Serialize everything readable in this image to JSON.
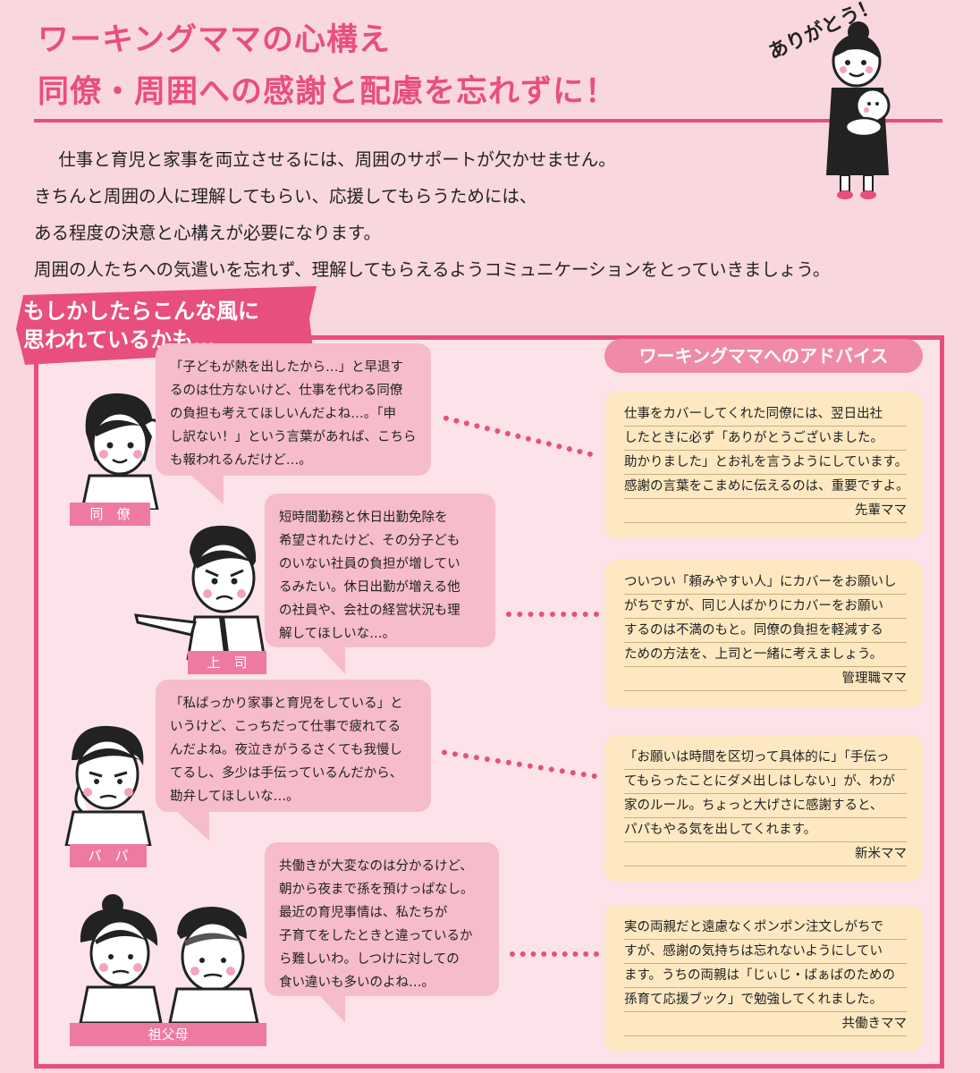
{
  "title": {
    "line1": "ワーキングママの心構え",
    "line2": "同僚・周囲への感謝と配慮を忘れずに！"
  },
  "mascot": {
    "speech": "ありがとう！",
    "icon": "mother-holding-baby-icon"
  },
  "intro": [
    "仕事と育児と家事を両立させるには、周囲のサポートが欠かせません。",
    "きちんと周囲の人に理解してもらい、応援してもらうためには、",
    "ある程度の決意と心構えが必要になります。",
    "周囲の人たちへの気遣いを忘れず、理解してもらえるようコミュニケーションをとっていきましょう。"
  ],
  "section_tag": {
    "line1": "もしかしたらこんな風に",
    "line2": "思われているかも…"
  },
  "advice_header": "ワーキングママへのアドバイス",
  "colors": {
    "accent": "#e84f7e",
    "bubble": "#f6bccb",
    "card": "#fde8c2",
    "label": "#ef7aa0"
  },
  "voices": [
    {
      "role": "同　僚",
      "lines": [
        "「子どもが熱を出したから…」と早退す",
        "るのは仕方ないけど、仕事を代わる同僚",
        "の負担も考えてほしいんだよね…。「申",
        "し訳ない！」という言葉があれば、こちら",
        "も報われるんだけど…。"
      ]
    },
    {
      "role": "上　司",
      "lines": [
        "短時間勤務と休日出勤免除を",
        "希望されたけど、その分子ども",
        "のいない社員の負担が増してい",
        "るみたい。休日出勤が増える他",
        "の社員や、会社の経営状況も理",
        "解してほしいな…。"
      ]
    },
    {
      "role": "パ　パ",
      "lines": [
        "「私ばっかり家事と育児をしている」と",
        "いうけど、こっちだって仕事で疲れてる",
        "んだよね。夜泣きがうるさくても我慢し",
        "てるし、多少は手伝っているんだから、",
        "勘弁してほしいな…。"
      ]
    },
    {
      "role": "祖父母",
      "lines": [
        "共働きが大変なのは分かるけど、",
        "朝から夜まで孫を預けっぱなし。",
        "最近の育児事情は、私たちが",
        "子育てをしたときと違っているか",
        "ら難しいわ。しつけに対しての",
        "食い違いも多いのよね…。"
      ]
    }
  ],
  "advice": [
    {
      "lines": [
        "仕事をカバーしてくれた同僚には、翌日出社",
        "したときに必ず「ありがとうございました。",
        "助かりました」とお礼を言うようにしています。",
        "感謝の言葉をこまめに伝えるのは、重要ですよ。"
      ],
      "author": "先輩ママ"
    },
    {
      "lines": [
        "ついつい「頼みやすい人」にカバーをお願いし",
        "がちですが、同じ人ばかりにカバーをお願い",
        "するのは不満のもと。同僚の負担を軽減する",
        "ための方法を、上司と一緒に考えましょう。"
      ],
      "author": "管理職ママ"
    },
    {
      "lines": [
        "「お願いは時間を区切って具体的に」「手伝っ",
        "てもらったことにダメ出しはしない」が、わが",
        "家のルール。ちょっと大げさに感謝すると、",
        "パパもやる気を出してくれます。"
      ],
      "author": "新米ママ"
    },
    {
      "lines": [
        "実の両親だと遠慮なくポンポン注文しがちで",
        "すが、感謝の気持ちは忘れないようにしてい",
        "ます。うちの両親は「じぃじ・ばぁばのための",
        "孫育て応援ブック」で勉強してくれました。"
      ],
      "author": "共働きママ"
    }
  ]
}
